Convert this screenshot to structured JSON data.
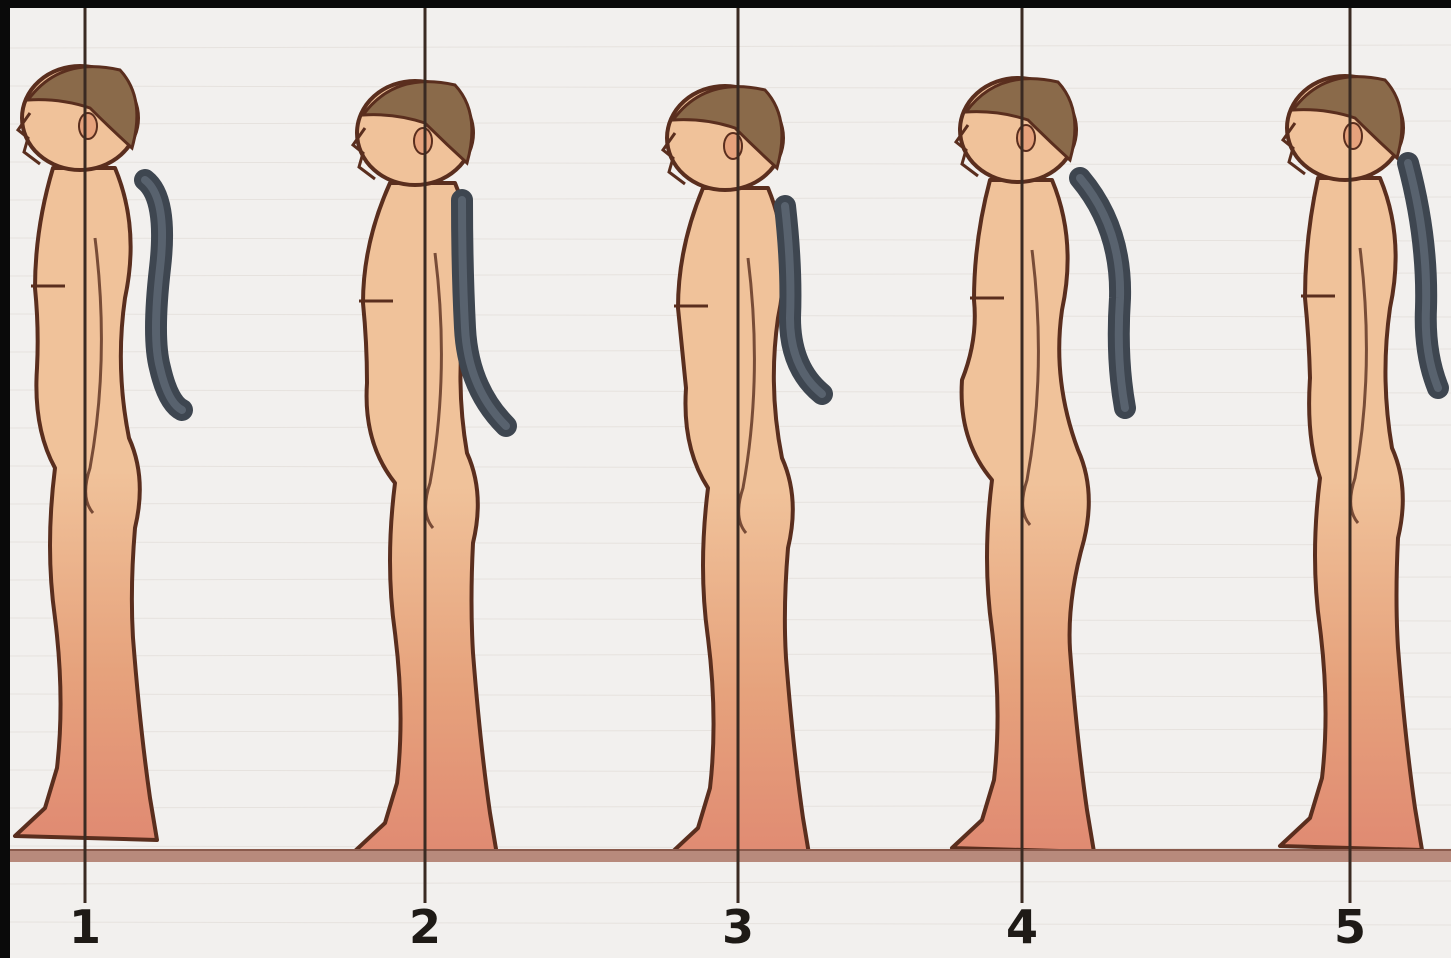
{
  "figures": [
    {
      "number": "1"
    },
    {
      "number": "2"
    },
    {
      "number": "3"
    },
    {
      "number": "4"
    },
    {
      "number": "5"
    }
  ],
  "colors": {
    "paper": "#f2f0ee",
    "frame": "#0a0a0a",
    "skin_light": "#f0c29a",
    "skin_mid": "#e6a27c",
    "skin_red": "#e08a72",
    "outline": "#5a2e1e",
    "hair": "#8a6a4a",
    "spine_curve": "#3e4650",
    "floor": "#b88a7c",
    "plumb_line": "#3a2a22"
  }
}
